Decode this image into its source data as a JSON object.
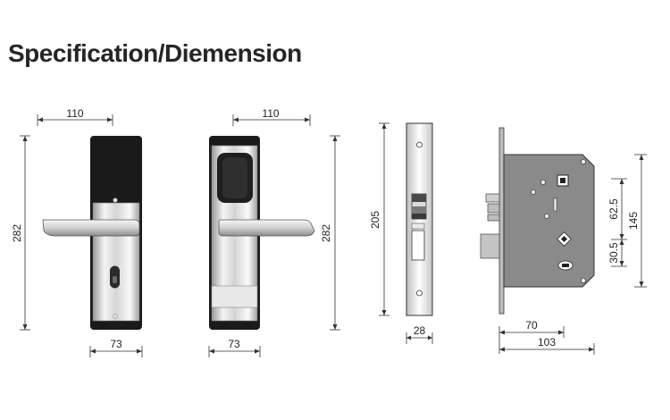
{
  "title": "Specification/Diemension",
  "front_view": {
    "width_top": "110",
    "height": "282",
    "width_bottom": "73"
  },
  "back_view": {
    "width_top": "110",
    "height": "282",
    "width_bottom": "73"
  },
  "faceplate_view": {
    "height": "205",
    "width": "28"
  },
  "mortise_view": {
    "spacing_upper": "62.5",
    "spacing_lower": "30.5",
    "height": "145",
    "backset": "70",
    "total_width": "103"
  }
}
